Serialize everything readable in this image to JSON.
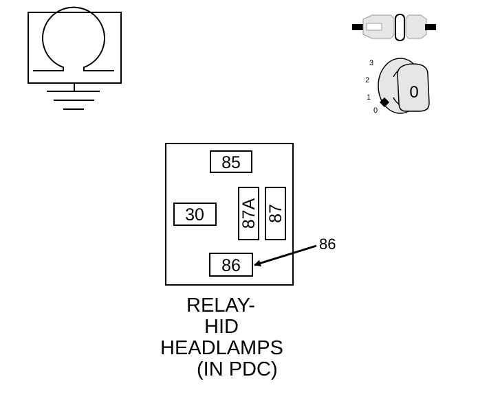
{
  "symbols": {
    "ground_symbol": "omega-ground-icon",
    "ignition_symbol": "ignition-switch-icon",
    "connector_symbol": "inline-connector-icon"
  },
  "ignition": {
    "positions": [
      "3",
      "2",
      "1",
      "0"
    ],
    "key_label": "0"
  },
  "relay": {
    "terminals": {
      "t85": "85",
      "t30": "30",
      "t87a": "87A",
      "t87": "87",
      "t86": "86"
    },
    "callout": "86",
    "title_lines": [
      "RELAY-",
      "HID",
      "HEADLAMPS",
      "(IN PDC)"
    ]
  },
  "colors": {
    "line": "#000000",
    "connector_body": "#e6e6e6",
    "background": "#ffffff"
  }
}
